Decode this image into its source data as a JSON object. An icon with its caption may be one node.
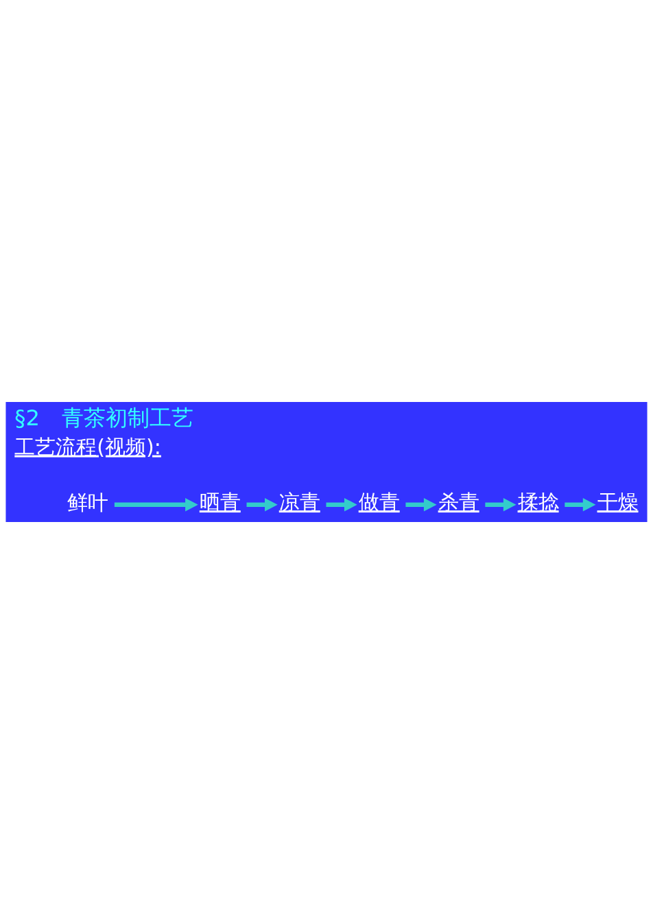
{
  "diagram": {
    "title": "§2　青茶初制工艺",
    "nodes": [
      {
        "text": [
          "鲜叶"
        ]
      },
      {
        "text": [
          "晒青"
        ]
      },
      {
        "text": [
          "凉青"
        ]
      },
      {
        "text": [
          "做青"
        ]
      },
      {
        "text": [
          "杀青"
        ]
      },
      {
        "text": [
          "揉捻"
        ]
      },
      {
        "text": [
          "干燥"
        ]
      }
    ],
    "edges": [
      {
        "from": 0,
        "to": 1,
        "arrow": "to"
      },
      {
        "from": 1,
        "to": 2,
        "arrow": "to"
      },
      {
        "from": 2,
        "to": 3,
        "arrow": "to"
      },
      {
        "from": 3,
        "to": 4,
        "arrow": "to"
      },
      {
        "from": 4,
        "to": 5,
        "arrow": "to"
      },
      {
        "from": 5,
        "to": 6,
        "arrow": "to"
      }
    ],
    "labels": [
      "工艺流程(视频):"
    ]
  }
}
